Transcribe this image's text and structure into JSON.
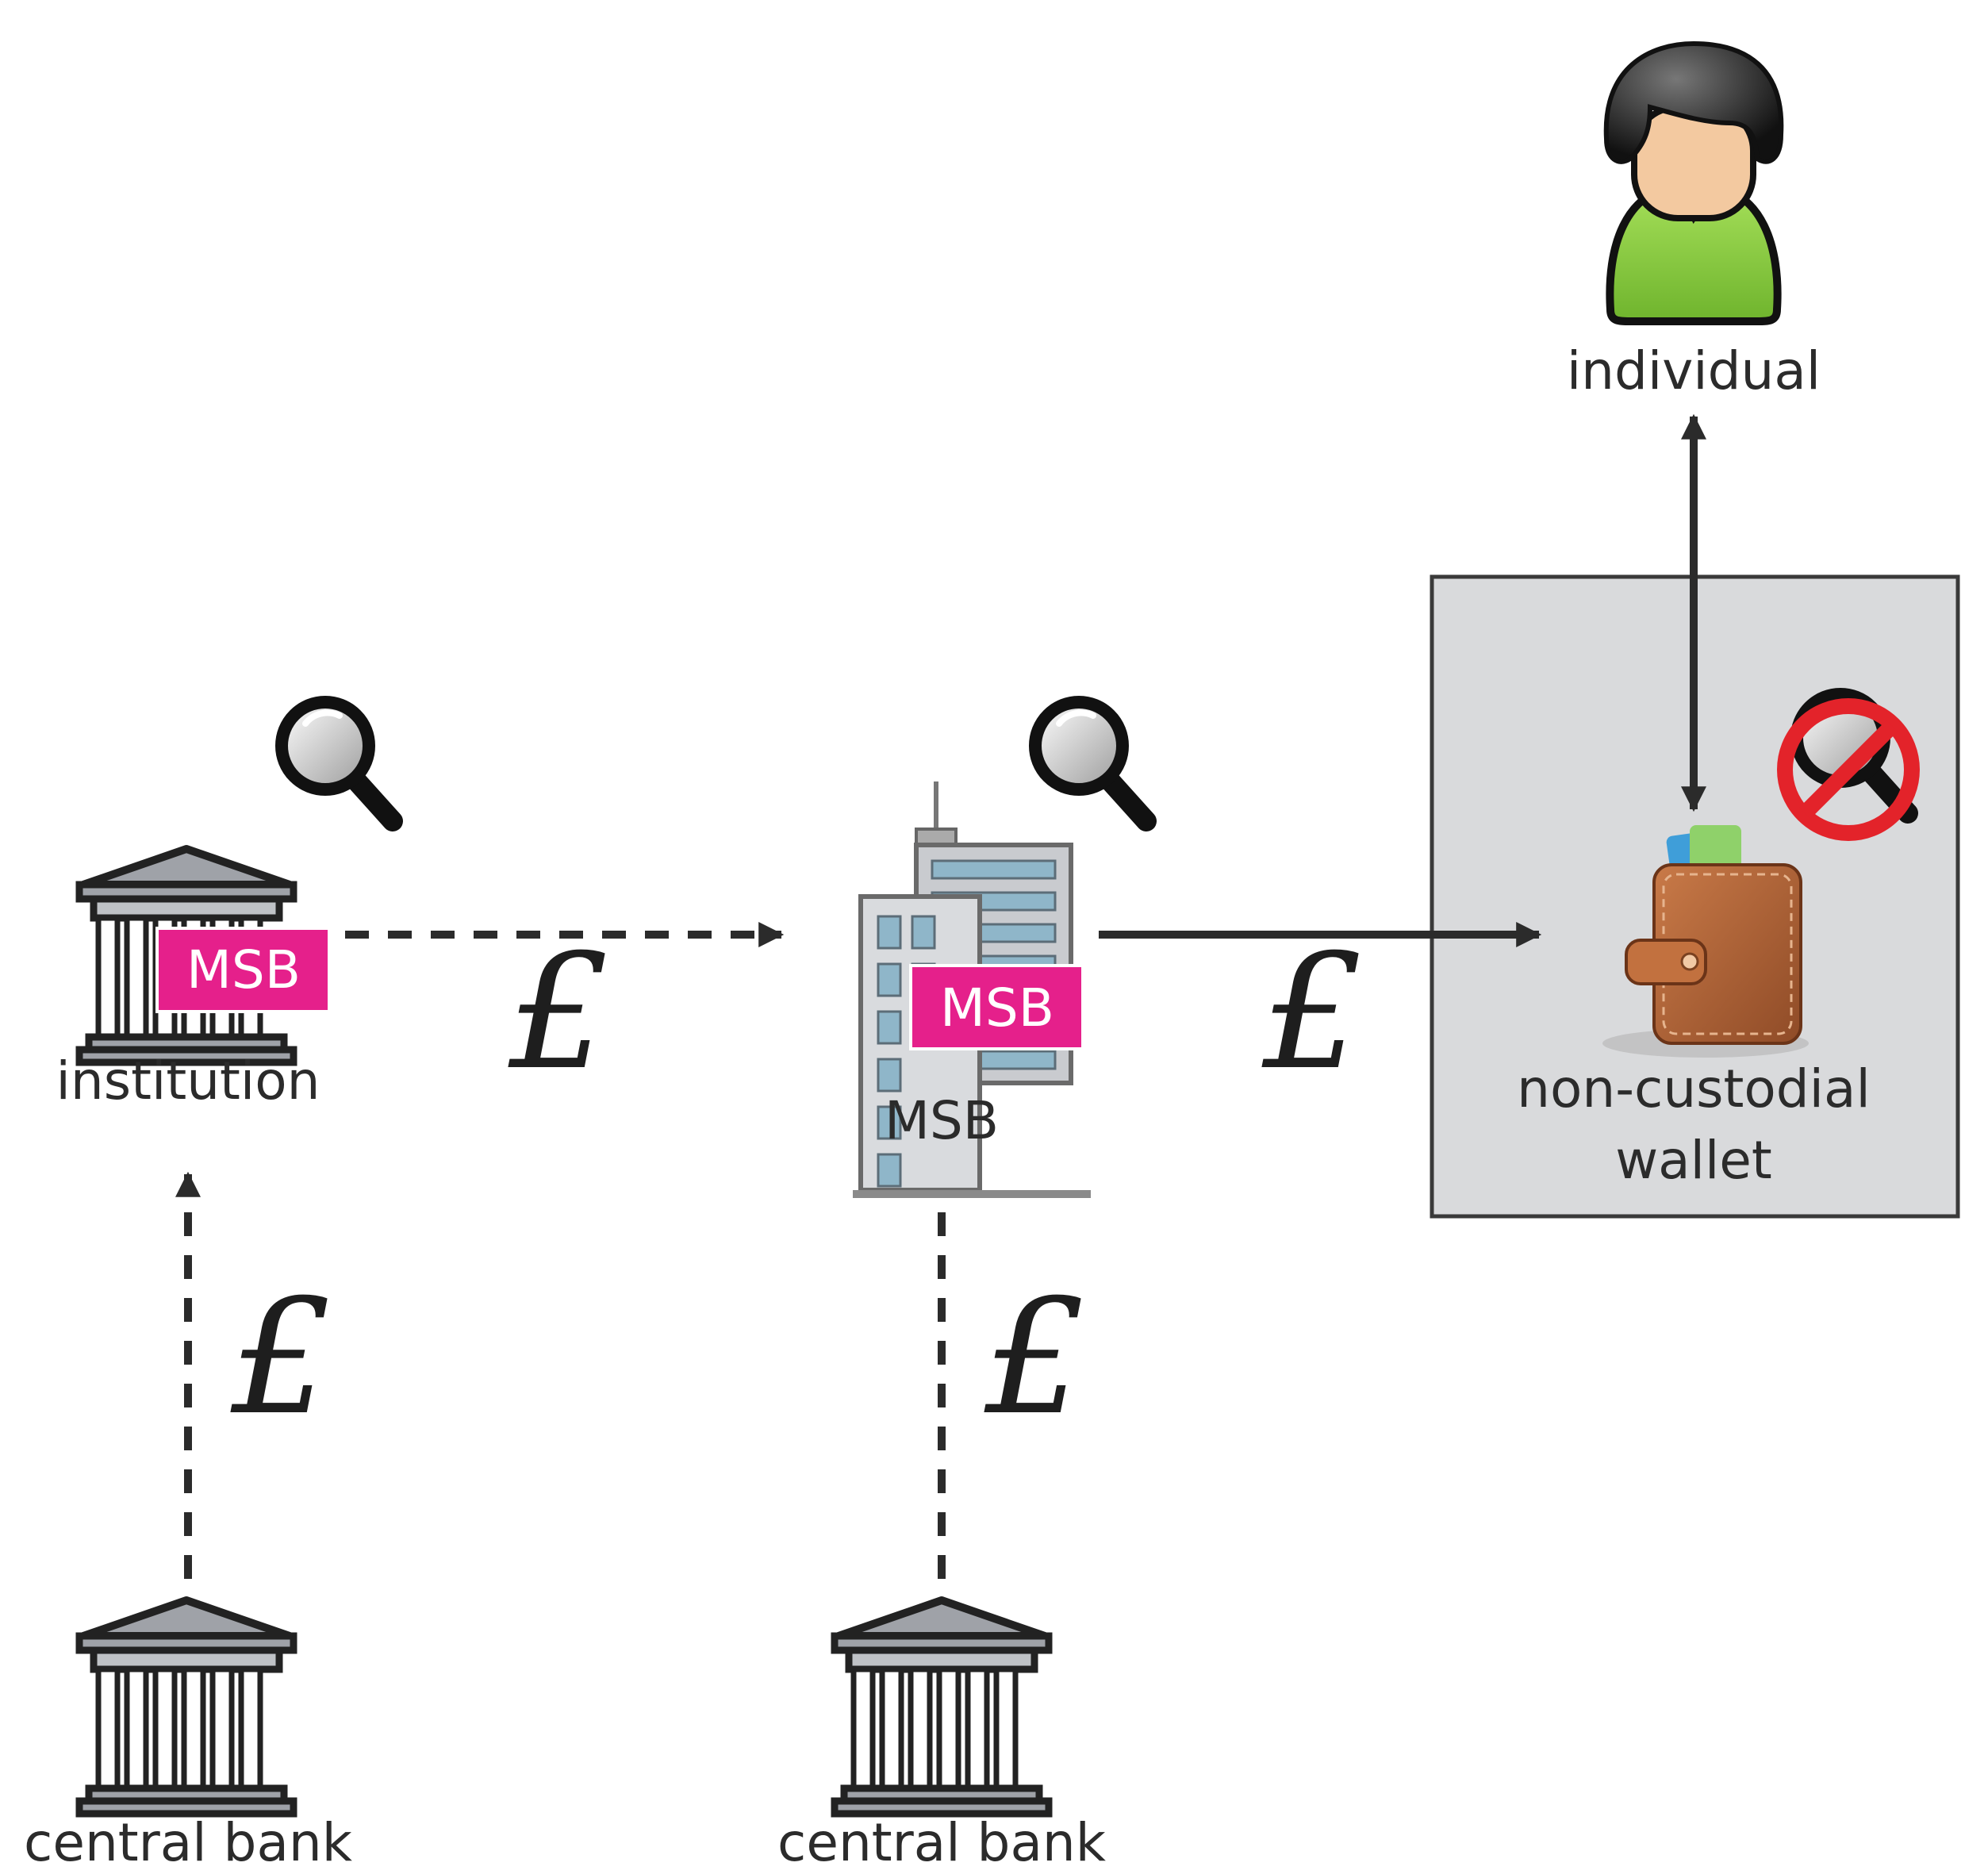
{
  "labels": {
    "individual": "individual",
    "institution": "institution",
    "msb": "MSB",
    "wallet_line1": "non-custodial",
    "wallet_line2": "wallet",
    "central_bank_left": "central bank",
    "central_bank_right": "central bank"
  },
  "badges": {
    "institution_badge": "MSB",
    "msb_badge": "MSB"
  },
  "currency": {
    "institution_to_msb": "£",
    "msb_to_wallet": "£",
    "central_bank_to_institution": "£",
    "central_bank_to_msb": "£"
  },
  "icons": [
    "person-icon",
    "bank-building-icon",
    "office-building-icon",
    "wallet-icon",
    "magnifier-icon",
    "no-surveillance-icon"
  ],
  "colors": {
    "badge": "#e5208b",
    "highlight_box": "#d9dadc",
    "arrow": "#2b2b2b",
    "shirt": "#8ccf3f",
    "wallet": "#b3653a",
    "prohibited": "#e3232a"
  }
}
